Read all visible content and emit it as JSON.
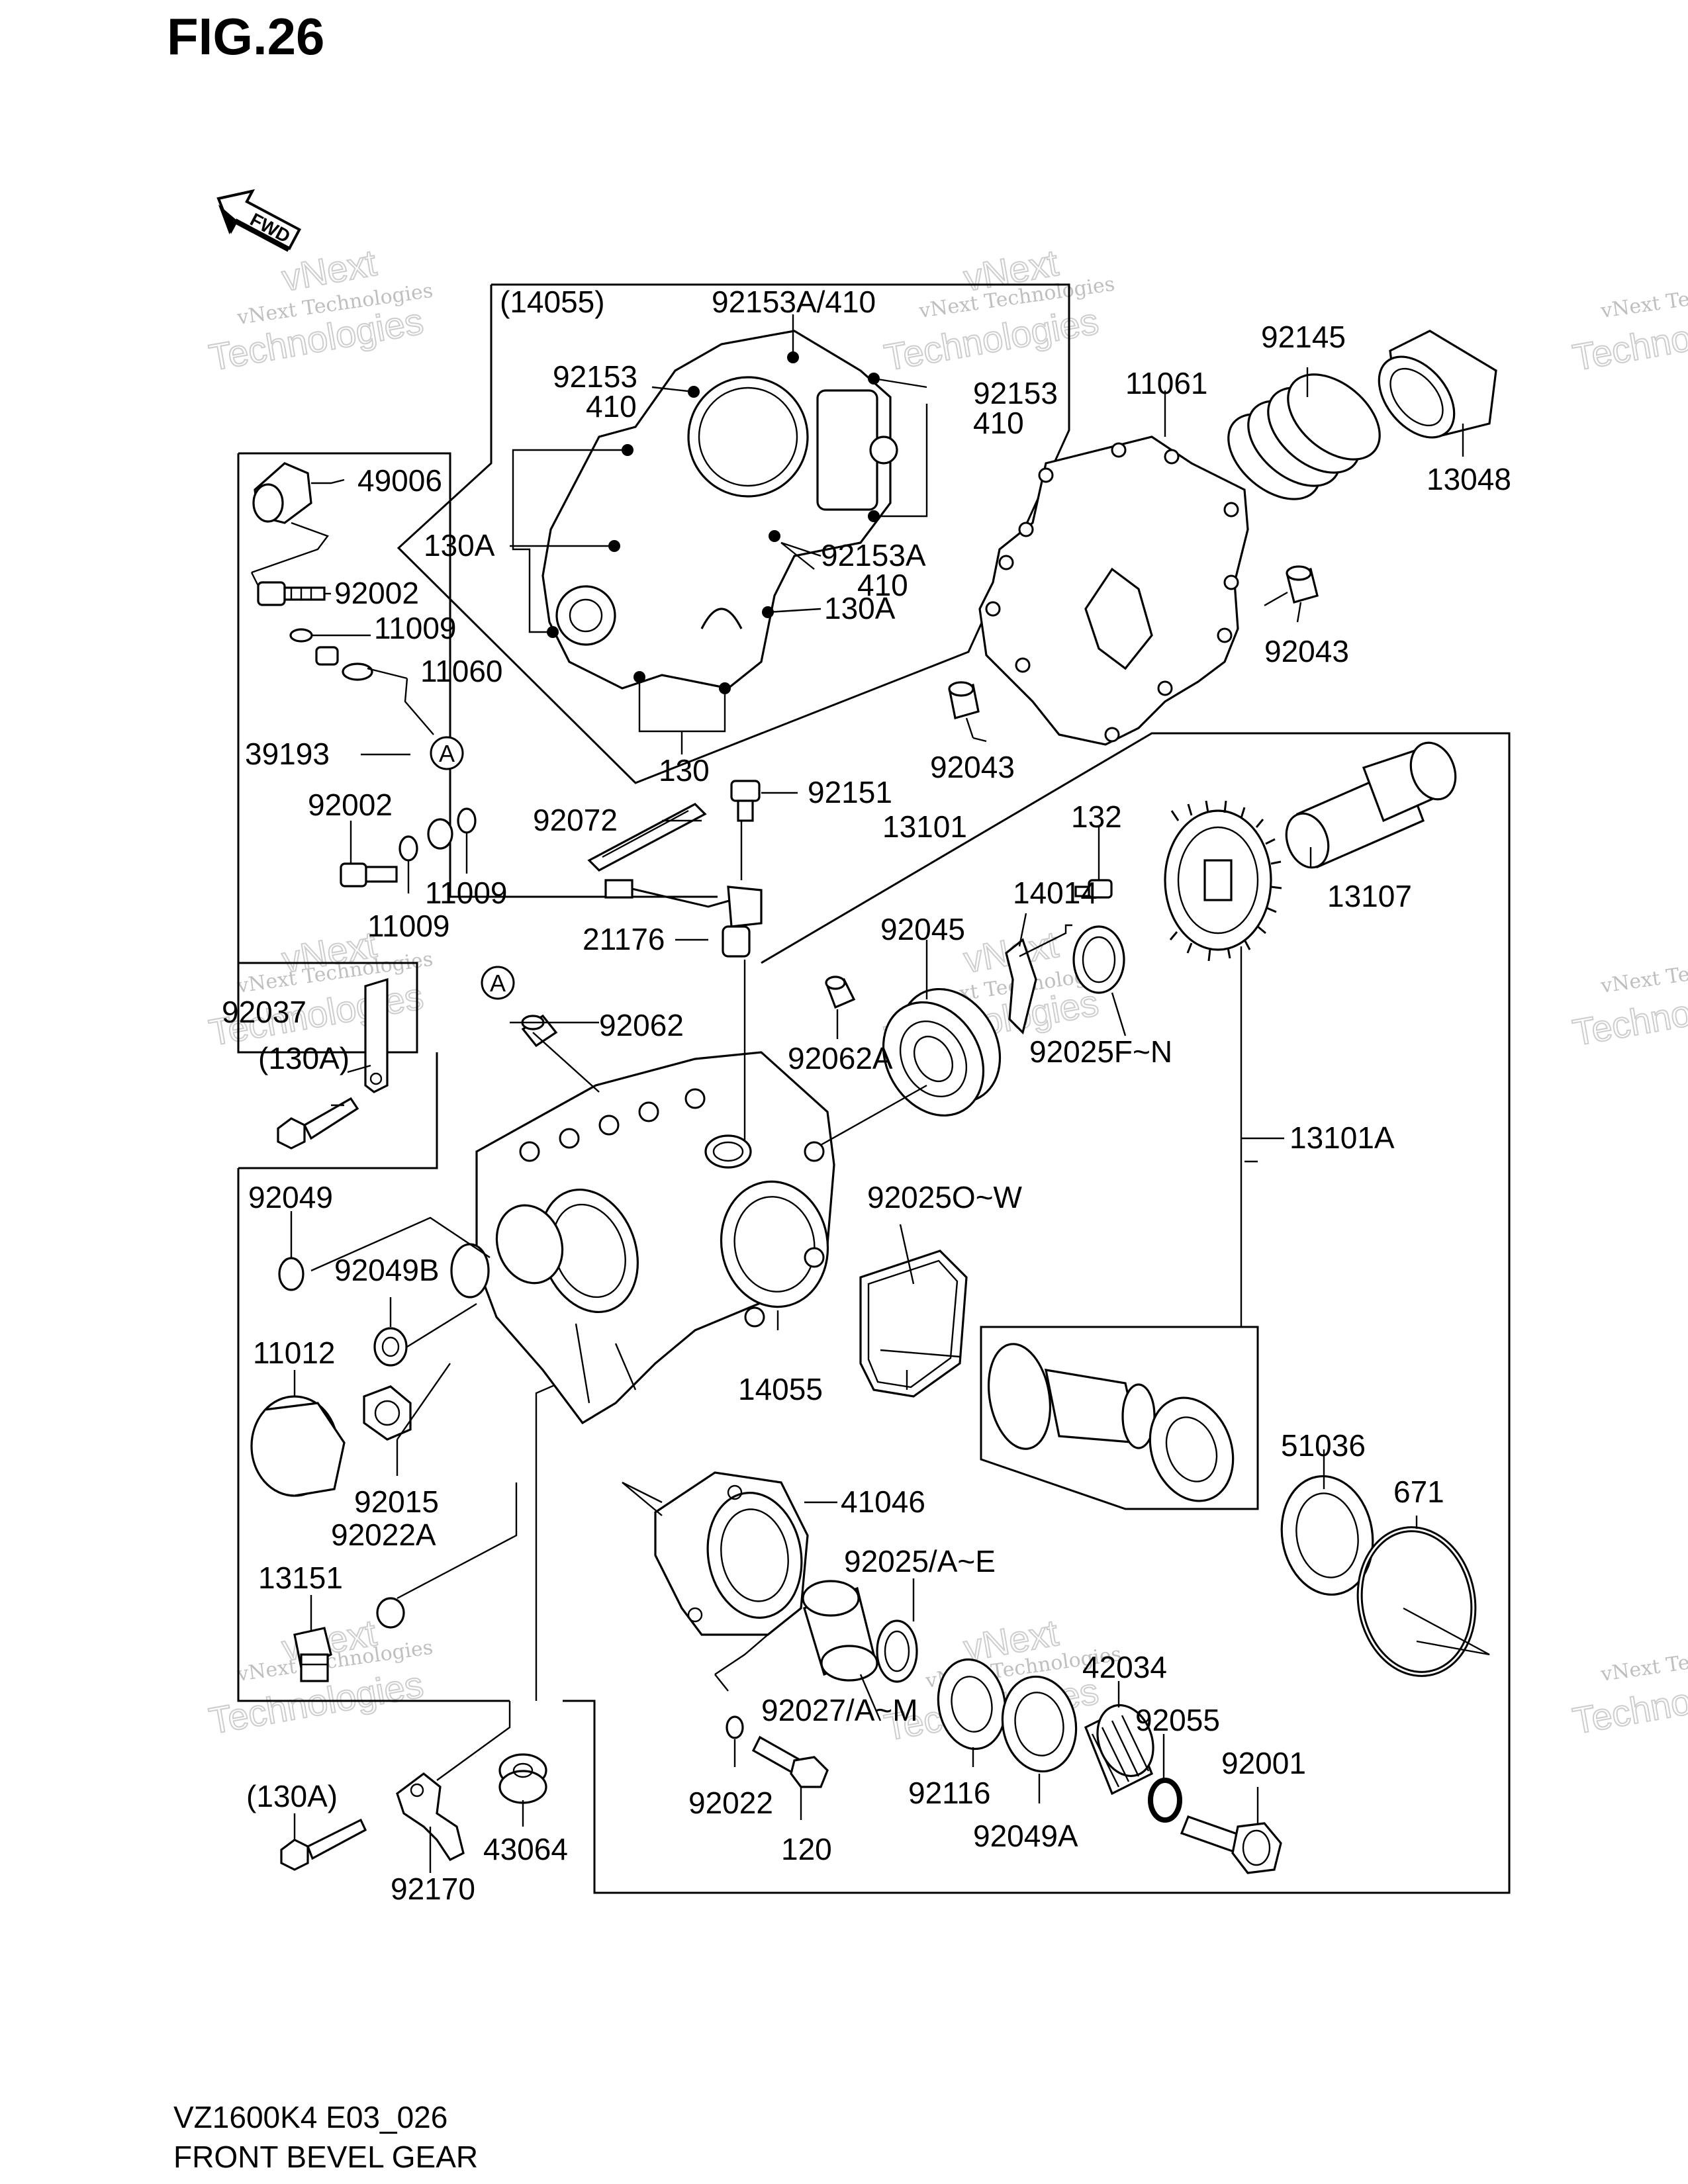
{
  "figure_title": "FIG.26",
  "fwd_arrow_label": "FWD",
  "watermark": {
    "line1": "vNext Technologies",
    "line2": "vNext",
    "line3": "Technologies"
  },
  "footer": {
    "model_code": "VZ1600K4 E03_026",
    "section_name": "FRONT BEVEL GEAR"
  },
  "callout_letter": "A",
  "labels": {
    "l14055_top": "(14055)",
    "l92153A_410": "92153A/410",
    "l92153_l": "92153",
    "l410_l": "410",
    "l92153_r": "92153",
    "l410_r": "410",
    "l130A_l": "130A",
    "l92153A_r": "92153A",
    "l410_r2": "410",
    "l130A_r": "130A",
    "l130": "130",
    "l11061": "11061",
    "l92145": "92145",
    "l13048": "13048",
    "l92043_r": "92043",
    "l92043_c": "92043",
    "l49006": "49006",
    "l92002_t": "92002",
    "l11009_t": "11009",
    "l11060": "11060",
    "l39193": "39193",
    "l92002_b": "92002",
    "l11009_r": "11009",
    "l11009_b": "11009",
    "l92072": "92072",
    "l92151": "92151",
    "l13101": "13101",
    "l132": "132",
    "l13107": "13107",
    "l14014": "14014",
    "l21176": "21176",
    "l92045": "92045",
    "l92037": "92037",
    "l130A_m": "(130A)",
    "l92062": "92062",
    "l92062A": "92062A",
    "l92025FN": "92025F~N",
    "l13101A": "13101A",
    "l92049": "92049",
    "l92049B": "92049B",
    "l92025OW": "92025O~W",
    "l11012": "11012",
    "l14055": "14055",
    "l92015": "92015",
    "l92022A": "92022A",
    "l41046": "41046",
    "l51036": "51036",
    "l671": "671",
    "l13151": "13151",
    "l92025AE": "92025/A~E",
    "l42034": "42034",
    "l92027AM": "92027/A~M",
    "l92055": "92055",
    "l92001": "92001",
    "l130A_b": "(130A)",
    "l92116": "92116",
    "l92022": "92022",
    "l92049A": "92049A",
    "l43064": "43064",
    "l120": "120",
    "l92170": "92170"
  }
}
